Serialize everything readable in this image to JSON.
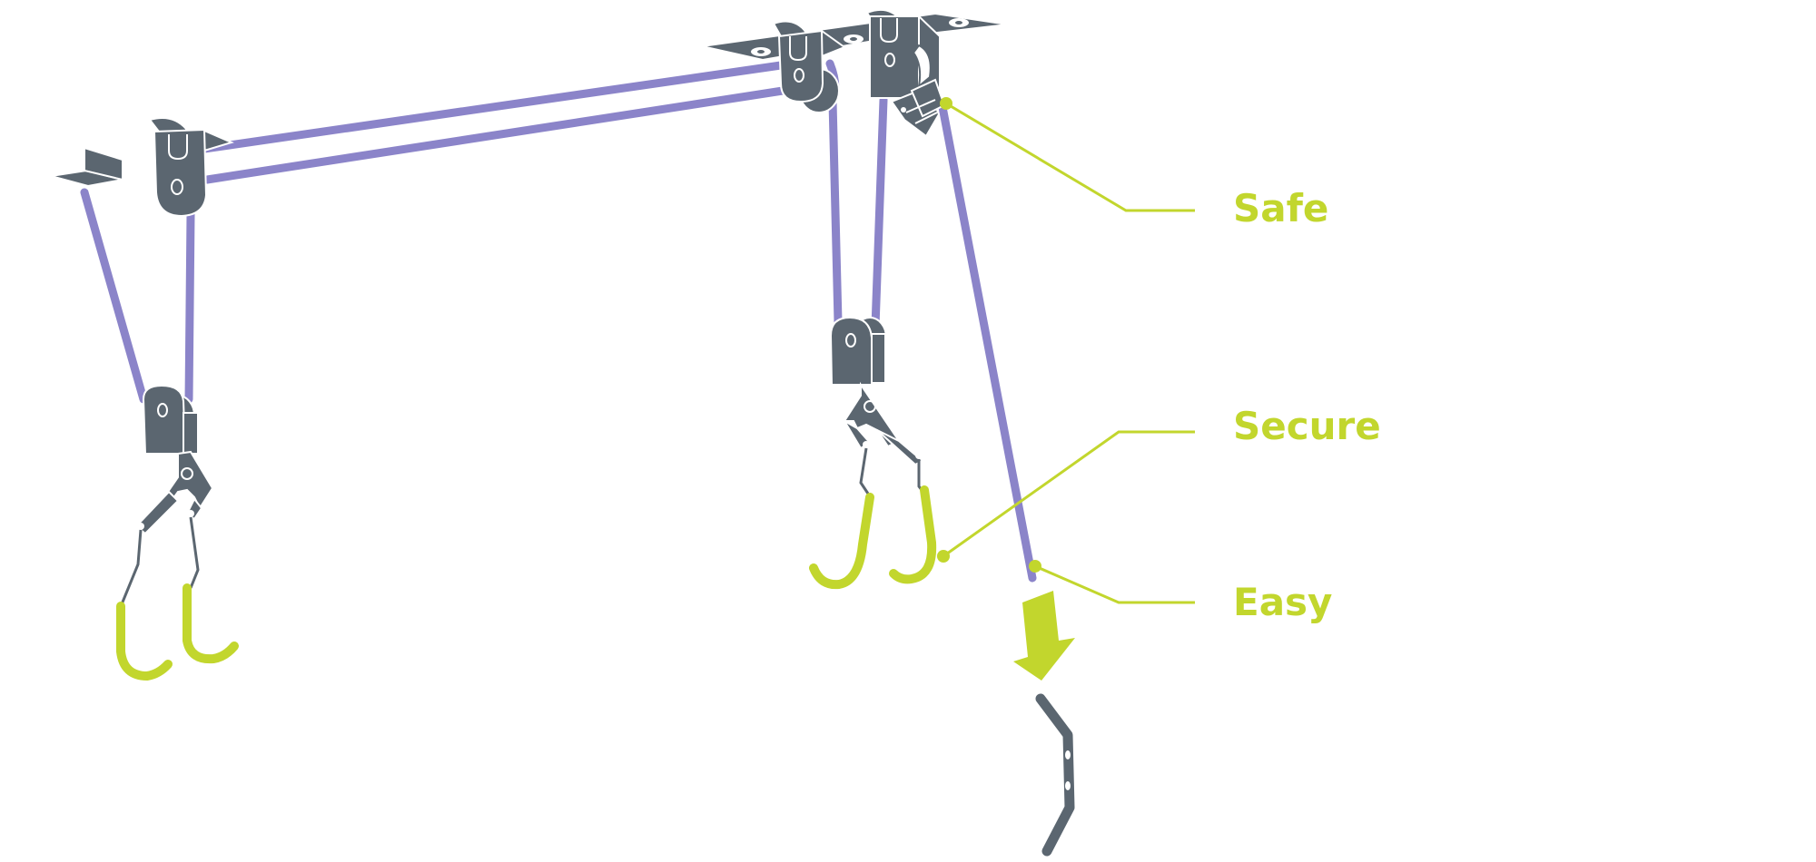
{
  "colors": {
    "rope": "#8b84c9",
    "metal": "#5b6670",
    "accent": "#c2d62d",
    "background": "#ffffff"
  },
  "callouts": {
    "safe": "Safe",
    "secure": "Secure",
    "easy": "Easy"
  },
  "icons": {
    "pulley": "pulley-block-icon",
    "hook": "j-hook-icon",
    "bracket": "ceiling-bracket-icon",
    "arrow": "down-arrow-icon",
    "cleat": "rope-cleat-icon"
  }
}
